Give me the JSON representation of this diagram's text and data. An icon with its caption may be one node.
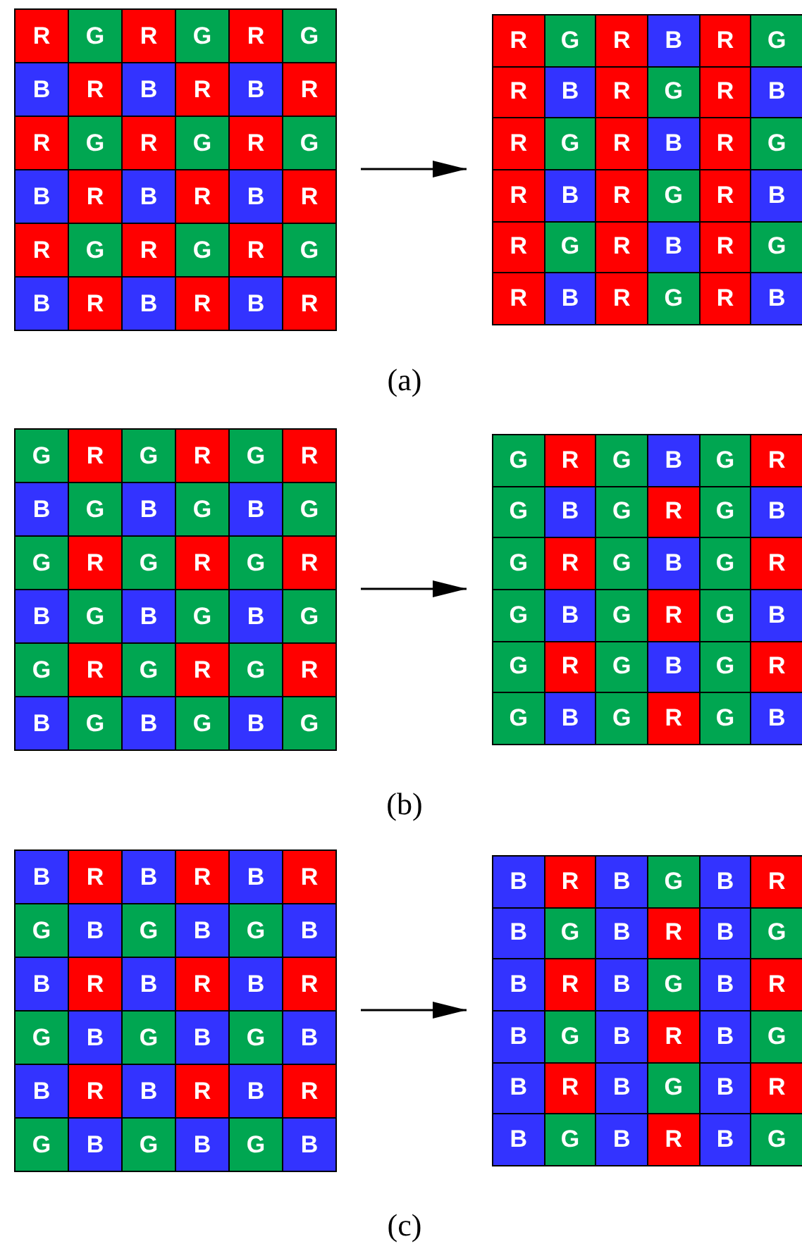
{
  "diagram": {
    "nodes": [
      {
        "text": [],
        "shape": "box"
      },
      {
        "text": [
          "R"
        ],
        "in": 0
      },
      {
        "text": [
          "G"
        ],
        "in": 0
      },
      {
        "text": [
          "R"
        ],
        "in": 0
      },
      {
        "text": [
          "G"
        ],
        "in": 0
      },
      {
        "text": [
          "R"
        ],
        "in": 0
      },
      {
        "text": [
          "G"
        ],
        "in": 0
      },
      {
        "text": [
          "B"
        ],
        "in": 0
      },
      {
        "text": [
          "R"
        ],
        "in": 0
      },
      {
        "text": [
          "B"
        ],
        "in": 0
      },
      {
        "text": [
          "R"
        ],
        "in": 0
      },
      {
        "text": [
          "B"
        ],
        "in": 0
      },
      {
        "text": [
          "R"
        ],
        "in": 0
      },
      {
        "text": [
          "R"
        ],
        "in": 0
      },
      {
        "text": [
          "G"
        ],
        "in": 0
      },
      {
        "text": [
          "R"
        ],
        "in": 0
      },
      {
        "text": [
          "G"
        ],
        "in": 0
      },
      {
        "text": [
          "R"
        ],
        "in": 0
      },
      {
        "text": [
          "G"
        ],
        "in": 0
      },
      {
        "text": [
          "B"
        ],
        "in": 0
      },
      {
        "text": [
          "R"
        ],
        "in": 0
      },
      {
        "text": [
          "B"
        ],
        "in": 0
      },
      {
        "text": [
          "R"
        ],
        "in": 0
      },
      {
        "text": [
          "B"
        ],
        "in": 0
      },
      {
        "text": [
          "R"
        ],
        "in": 0
      },
      {
        "text": [
          "R"
        ],
        "in": 0
      },
      {
        "text": [
          "G"
        ],
        "in": 0
      },
      {
        "text": [
          "R"
        ],
        "in": 0
      },
      {
        "text": [
          "G"
        ],
        "in": 0
      },
      {
        "text": [
          "R"
        ],
        "in": 0
      },
      {
        "text": [
          "G"
        ],
        "in": 0
      },
      {
        "text": [
          "B"
        ],
        "in": 0
      },
      {
        "text": [
          "R"
        ],
        "in": 0
      },
      {
        "text": [
          "B"
        ],
        "in": 0
      },
      {
        "text": [
          "R"
        ],
        "in": 0
      },
      {
        "text": [
          "B"
        ],
        "in": 0
      },
      {
        "text": [
          "R"
        ],
        "in": 0
      },
      {
        "text": [],
        "shape": "box"
      },
      {
        "text": [
          "R"
        ],
        "in": 37
      },
      {
        "text": [
          "G"
        ],
        "in": 37
      },
      {
        "text": [
          "R"
        ],
        "in": 37
      },
      {
        "text": [
          "B"
        ],
        "in": 37
      },
      {
        "text": [
          "R"
        ],
        "in": 37
      },
      {
        "text": [
          "G"
        ],
        "in": 37
      },
      {
        "text": [
          "R"
        ],
        "in": 37
      },
      {
        "text": [
          "B"
        ],
        "in": 37
      },
      {
        "text": [
          "R"
        ],
        "in": 37
      },
      {
        "text": [
          "G"
        ],
        "in": 37
      },
      {
        "text": [
          "R"
        ],
        "in": 37
      },
      {
        "text": [
          "B"
        ],
        "in": 37
      },
      {
        "text": [
          "R"
        ],
        "in": 37
      },
      {
        "text": [
          "G"
        ],
        "in": 37
      },
      {
        "text": [
          "R"
        ],
        "in": 37
      },
      {
        "text": [
          "B"
        ],
        "in": 37
      },
      {
        "text": [
          "R"
        ],
        "in": 37
      },
      {
        "text": [
          "G"
        ],
        "in": 37
      },
      {
        "text": [
          "R"
        ],
        "in": 37
      },
      {
        "text": [
          "B"
        ],
        "in": 37
      },
      {
        "text": [
          "R"
        ],
        "in": 37
      },
      {
        "text": [
          "G"
        ],
        "in": 37
      },
      {
        "text": [
          "R"
        ],
        "in": 37
      },
      {
        "text": [
          "B"
        ],
        "in": 37
      },
      {
        "text": [
          "R"
        ],
        "in": 37
      },
      {
        "text": [
          "G"
        ],
        "in": 37
      },
      {
        "text": [
          "R"
        ],
        "in": 37
      },
      {
        "text": [
          "B"
        ],
        "in": 37
      },
      {
        "text": [
          "R"
        ],
        "in": 37
      },
      {
        "text": [
          "G"
        ],
        "in": 37
      },
      {
        "text": [
          "R"
        ],
        "in": 37
      },
      {
        "text": [
          "B"
        ],
        "in": 37
      },
      {
        "text": [
          "R"
        ],
        "in": 37
      },
      {
        "text": [
          "G"
        ],
        "in": 37
      },
      {
        "text": [
          "R"
        ],
        "in": 37
      },
      {
        "text": [
          "B"
        ],
        "in": 37
      },
      {
        "text": [],
        "shape": "box"
      },
      {
        "text": [
          "G"
        ],
        "in": 74
      },
      {
        "text": [
          "R"
        ],
        "in": 74
      },
      {
        "text": [
          "G"
        ],
        "in": 74
      },
      {
        "text": [
          "R"
        ],
        "in": 74
      },
      {
        "text": [
          "G"
        ],
        "in": 74
      },
      {
        "text": [
          "R"
        ],
        "in": 74
      },
      {
        "text": [
          "B"
        ],
        "in": 74
      },
      {
        "text": [
          "G"
        ],
        "in": 74
      },
      {
        "text": [
          "B"
        ],
        "in": 74
      },
      {
        "text": [
          "G"
        ],
        "in": 74
      },
      {
        "text": [
          "B"
        ],
        "in": 74
      },
      {
        "text": [
          "G"
        ],
        "in": 74
      },
      {
        "text": [
          "G"
        ],
        "in": 74
      },
      {
        "text": [
          "R"
        ],
        "in": 74
      },
      {
        "text": [
          "G"
        ],
        "in": 74
      },
      {
        "text": [
          "R"
        ],
        "in": 74
      },
      {
        "text": [
          "G"
        ],
        "in": 74
      },
      {
        "text": [
          "R"
        ],
        "in": 74
      },
      {
        "text": [
          "B"
        ],
        "in": 74
      },
      {
        "text": [
          "G"
        ],
        "in": 74
      },
      {
        "text": [
          "B"
        ],
        "in": 74
      },
      {
        "text": [
          "G"
        ],
        "in": 74
      },
      {
        "text": [
          "B"
        ],
        "in": 74
      },
      {
        "text": [
          "G"
        ],
        "in": 74
      },
      {
        "text": [
          "G"
        ],
        "in": 74
      },
      {
        "text": [
          "R"
        ],
        "in": 74
      },
      {
        "text": [
          "G"
        ],
        "in": 74
      },
      {
        "text": [
          "R"
        ],
        "in": 74
      },
      {
        "text": [
          "G"
        ],
        "in": 74
      },
      {
        "text": [
          "R"
        ],
        "in": 74
      },
      {
        "text": [
          "B"
        ],
        "in": 74
      },
      {
        "text": [
          "G"
        ],
        "in": 74
      },
      {
        "text": [
          "B"
        ],
        "in": 74
      },
      {
        "text": [
          "G"
        ],
        "in": 74
      },
      {
        "text": [
          "B"
        ],
        "in": 74
      },
      {
        "text": [
          "G"
        ],
        "in": 74
      },
      {
        "text": [],
        "shape": "box"
      },
      {
        "text": [
          "G"
        ],
        "in": 111
      },
      {
        "text": [
          "R"
        ],
        "in": 111
      },
      {
        "text": [
          "G"
        ],
        "in": 111
      },
      {
        "text": [
          "B"
        ],
        "in": 111
      },
      {
        "text": [
          "G"
        ],
        "in": 111
      },
      {
        "text": [
          "R"
        ],
        "in": 111
      },
      {
        "text": [
          "G"
        ],
        "in": 111
      },
      {
        "text": [
          "B"
        ],
        "in": 111
      },
      {
        "text": [
          "G"
        ],
        "in": 111
      },
      {
        "text": [
          "R"
        ],
        "in": 111
      },
      {
        "text": [
          "G"
        ],
        "in": 111
      },
      {
        "text": [
          "B"
        ],
        "in": 111
      },
      {
        "text": [
          "G"
        ],
        "in": 111
      },
      {
        "text": [
          "R"
        ],
        "in": 111
      },
      {
        "text": [
          "G"
        ],
        "in": 111
      },
      {
        "text": [
          "B"
        ],
        "in": 111
      },
      {
        "text": [
          "G"
        ],
        "in": 111
      },
      {
        "text": [
          "R"
        ],
        "in": 111
      },
      {
        "text": [
          "G"
        ],
        "in": 111
      },
      {
        "text": [
          "B"
        ],
        "in": 111
      },
      {
        "text": [
          "G"
        ],
        "in": 111
      },
      {
        "text": [
          "R"
        ],
        "in": 111
      },
      {
        "text": [
          "G"
        ],
        "in": 111
      },
      {
        "text": [
          "B"
        ],
        "in": 111
      },
      {
        "text": [
          "G"
        ],
        "in": 111
      },
      {
        "text": [
          "R"
        ],
        "in": 111
      },
      {
        "text": [
          "G"
        ],
        "in": 111
      },
      {
        "text": [
          "B"
        ],
        "in": 111
      },
      {
        "text": [
          "G"
        ],
        "in": 111
      },
      {
        "text": [
          "R"
        ],
        "in": 111
      },
      {
        "text": [
          "G"
        ],
        "in": 111
      },
      {
        "text": [
          "B"
        ],
        "in": 111
      },
      {
        "text": [
          "G"
        ],
        "in": 111
      },
      {
        "text": [
          "R"
        ],
        "in": 111
      },
      {
        "text": [
          "G"
        ],
        "in": 111
      },
      {
        "text": [
          "B"
        ],
        "in": 111
      },
      {
        "text": [],
        "shape": "box"
      },
      {
        "text": [
          "B"
        ],
        "in": 148
      },
      {
        "text": [
          "R"
        ],
        "in": 148
      },
      {
        "text": [
          "B"
        ],
        "in": 148
      },
      {
        "text": [
          "R"
        ],
        "in": 148
      },
      {
        "text": [
          "B"
        ],
        "in": 148
      },
      {
        "text": [
          "R"
        ],
        "in": 148
      },
      {
        "text": [
          "G"
        ],
        "in": 148
      },
      {
        "text": [
          "B"
        ],
        "in": 148
      },
      {
        "text": [
          "G"
        ],
        "in": 148
      },
      {
        "text": [
          "B"
        ],
        "in": 148
      },
      {
        "text": [
          "G"
        ],
        "in": 148
      },
      {
        "text": [
          "B"
        ],
        "in": 148
      },
      {
        "text": [
          "B"
        ],
        "in": 148
      },
      {
        "text": [
          "R"
        ],
        "in": 148
      },
      {
        "text": [
          "B"
        ],
        "in": 148
      },
      {
        "text": [
          "R"
        ],
        "in": 148
      },
      {
        "text": [
          "B"
        ],
        "in": 148
      },
      {
        "text": [
          "R"
        ],
        "in": 148
      },
      {
        "text": [
          "G"
        ],
        "in": 148
      },
      {
        "text": [
          "B"
        ],
        "in": 148
      },
      {
        "text": [
          "G"
        ],
        "in": 148
      },
      {
        "text": [
          "B"
        ],
        "in": 148
      },
      {
        "text": [
          "G"
        ],
        "in": 148
      },
      {
        "text": [
          "B"
        ],
        "in": 148
      },
      {
        "text": [
          "B"
        ],
        "in": 148
      },
      {
        "text": [
          "R"
        ],
        "in": 148
      },
      {
        "text": [
          "B"
        ],
        "in": 148
      },
      {
        "text": [
          "R"
        ],
        "in": 148
      },
      {
        "text": [
          "B"
        ],
        "in": 148
      },
      {
        "text": [
          "R"
        ],
        "in": 148
      },
      {
        "text": [
          "G"
        ],
        "in": 148
      },
      {
        "text": [
          "B"
        ],
        "in": 148
      },
      {
        "text": [
          "G"
        ],
        "in": 148
      },
      {
        "text": [
          "B"
        ],
        "in": 148
      },
      {
        "text": [
          "G"
        ],
        "in": 148
      },
      {
        "text": [
          "B"
        ],
        "in": 148
      },
      {
        "text": [],
        "shape": "box"
      },
      {
        "text": [
          "B"
        ],
        "in": 185
      },
      {
        "text": [
          "R"
        ],
        "in": 185
      },
      {
        "text": [
          "B"
        ],
        "in": 185
      },
      {
        "text": [
          "G"
        ],
        "in": 185
      },
      {
        "text": [
          "B"
        ],
        "in": 185
      },
      {
        "text": [
          "R"
        ],
        "in": 185
      },
      {
        "text": [
          "B"
        ],
        "in": 185
      },
      {
        "text": [
          "G"
        ],
        "in": 185
      },
      {
        "text": [
          "B"
        ],
        "in": 185
      },
      {
        "text": [
          "R"
        ],
        "in": 185
      },
      {
        "text": [
          "B"
        ],
        "in": 185
      },
      {
        "text": [
          "G"
        ],
        "in": 185
      },
      {
        "text": [
          "B"
        ],
        "in": 185
      },
      {
        "text": [
          "R"
        ],
        "in": 185
      },
      {
        "text": [
          "B"
        ],
        "in": 185
      },
      {
        "text": [
          "G"
        ],
        "in": 185
      },
      {
        "text": [
          "B"
        ],
        "in": 185
      },
      {
        "text": [
          "R"
        ],
        "in": 185
      },
      {
        "text": [
          "B"
        ],
        "in": 185
      },
      {
        "text": [
          "G"
        ],
        "in": 185
      },
      {
        "text": [
          "B"
        ],
        "in": 185
      },
      {
        "text": [
          "R"
        ],
        "in": 185
      },
      {
        "text": [
          "B"
        ],
        "in": 185
      },
      {
        "text": [
          "G"
        ],
        "in": 185
      },
      {
        "text": [
          "B"
        ],
        "in": 185
      },
      {
        "text": [
          "R"
        ],
        "in": 185
      },
      {
        "text": [
          "B"
        ],
        "in": 185
      },
      {
        "text": [
          "G"
        ],
        "in": 185
      },
      {
        "text": [
          "B"
        ],
        "in": 185
      },
      {
        "text": [
          "R"
        ],
        "in": 185
      },
      {
        "text": [
          "B"
        ],
        "in": 185
      },
      {
        "text": [
          "G"
        ],
        "in": 185
      },
      {
        "text": [
          "B"
        ],
        "in": 185
      },
      {
        "text": [
          "R"
        ],
        "in": 185
      },
      {
        "text": [
          "B"
        ],
        "in": 185
      },
      {
        "text": [
          "G"
        ],
        "in": 185
      }
    ],
    "edges": [
      {
        "from": 0,
        "to": 37,
        "arrow": "to"
      },
      {
        "from": 74,
        "to": 111,
        "arrow": "to"
      },
      {
        "from": 148,
        "to": 185,
        "arrow": "to"
      }
    ],
    "labels": [
      "(a)",
      "(b)",
      "(c)"
    ]
  }
}
